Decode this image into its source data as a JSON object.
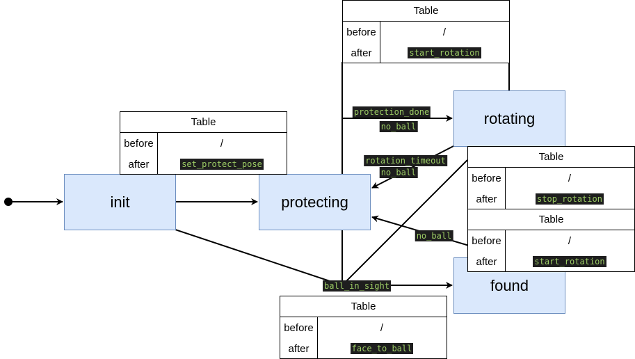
{
  "states": {
    "init": "init",
    "protecting": "protecting",
    "rotating": "rotating",
    "found": "found"
  },
  "tables": {
    "protecting": {
      "title": "Table",
      "before_key": "before",
      "before_val": "/",
      "after_key": "after",
      "after_val": "set_protect_pose"
    },
    "rotating": {
      "title": "Table",
      "before_key": "before",
      "before_val": "/",
      "after_key": "after",
      "after_val": "start_rotation"
    },
    "stop": {
      "title": "Table",
      "before_key": "before",
      "before_val": "/",
      "after_key": "after",
      "after_val": "stop_rotation"
    },
    "found": {
      "title": "Table",
      "before_key": "before",
      "before_val": "/",
      "after_key": "after",
      "after_val": "start_rotation"
    },
    "face": {
      "title": "Table",
      "before_key": "before",
      "before_val": "/",
      "after_key": "after",
      "after_val": "face_to_ball"
    }
  },
  "edges": {
    "protection_done": "protection_done",
    "no_ball_1": "no_ball",
    "rotation_timeout": "rotation_timeout",
    "no_ball_2": "no_ball",
    "no_ball_3": "no_ball",
    "ball_in_sight": "ball_in_sight"
  },
  "colors": {
    "state_fill": "#dae8fc",
    "state_border": "#6c8ebf",
    "label_bg": "#1e1e1e",
    "label_text": "#9ccc65"
  }
}
